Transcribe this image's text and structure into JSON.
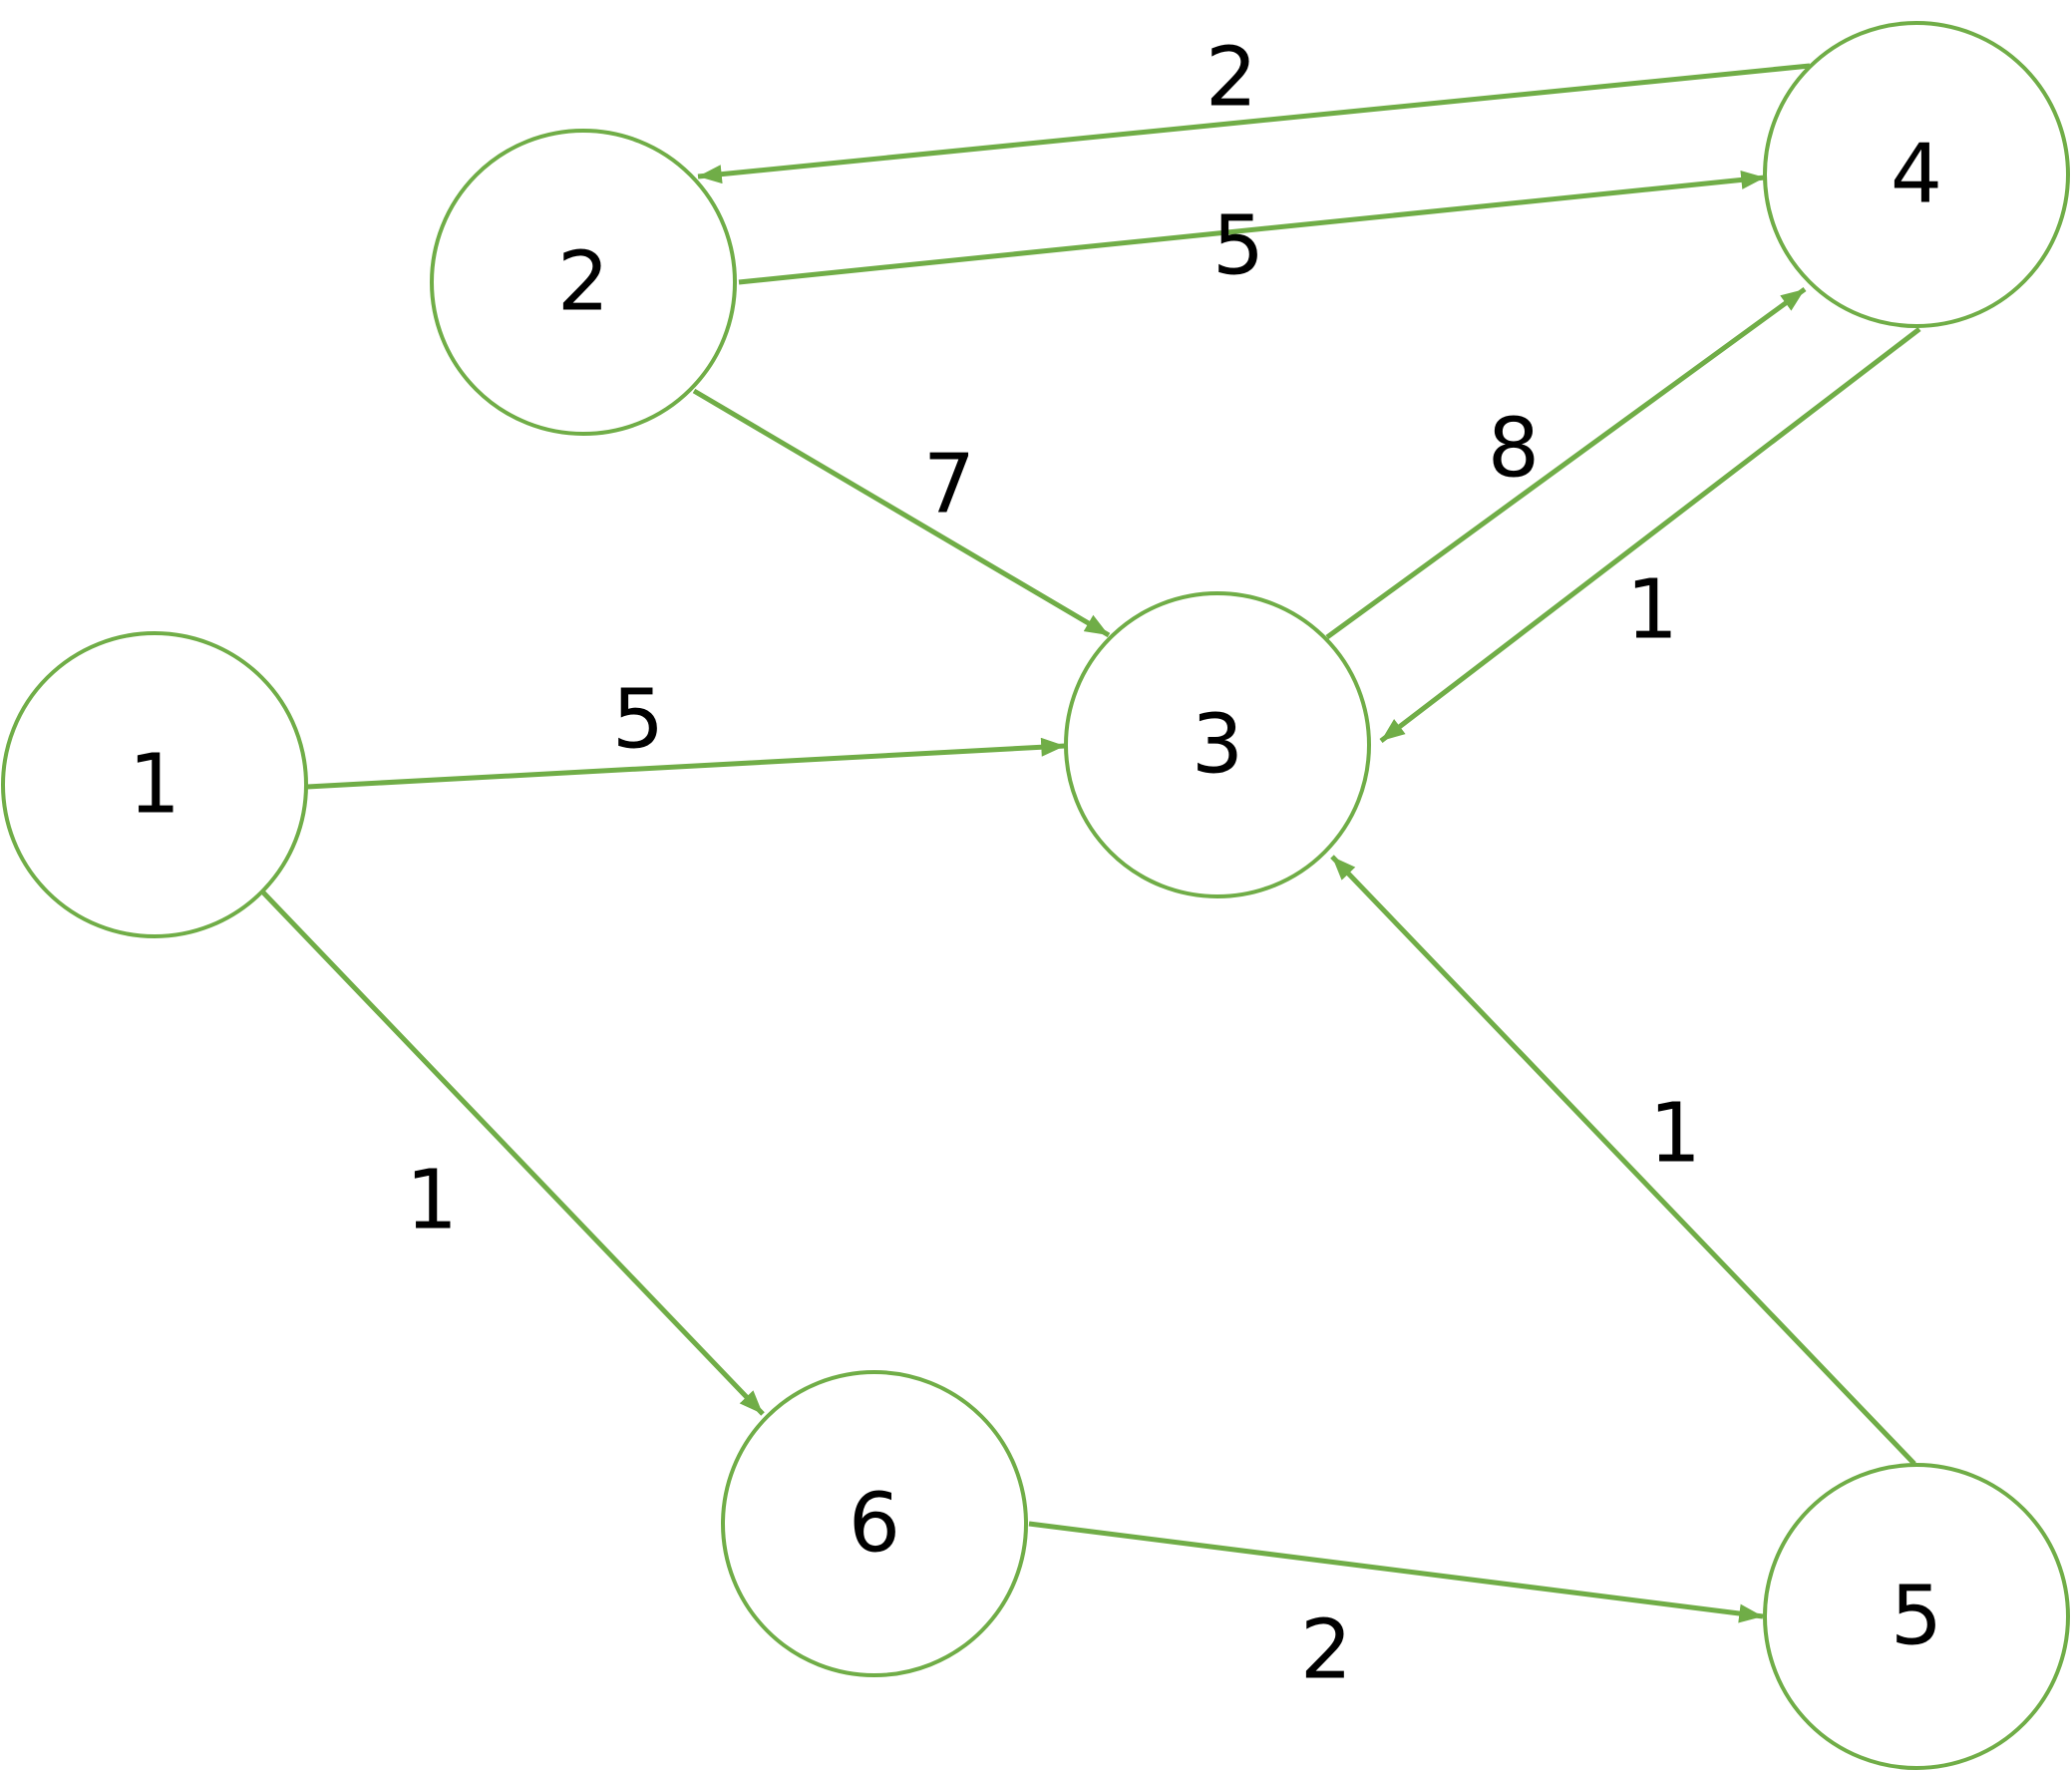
{
  "graph": {
    "nodes": [
      {
        "id": "1",
        "label": "1"
      },
      {
        "id": "2",
        "label": "2"
      },
      {
        "id": "3",
        "label": "3"
      },
      {
        "id": "4",
        "label": "4"
      },
      {
        "id": "5",
        "label": "5"
      },
      {
        "id": "6",
        "label": "6"
      }
    ],
    "edges": [
      {
        "from": "4",
        "to": "2",
        "weight": "2"
      },
      {
        "from": "2",
        "to": "4",
        "weight": "5"
      },
      {
        "from": "2",
        "to": "3",
        "weight": "7"
      },
      {
        "from": "3",
        "to": "4",
        "weight": "8"
      },
      {
        "from": "4",
        "to": "3",
        "weight": "1"
      },
      {
        "from": "1",
        "to": "3",
        "weight": "5"
      },
      {
        "from": "1",
        "to": "6",
        "weight": "1"
      },
      {
        "from": "5",
        "to": "3",
        "weight": "1"
      },
      {
        "from": "6",
        "to": "5",
        "weight": "2"
      }
    ],
    "colors": {
      "stroke": "#70ad47",
      "text": "#000000",
      "background": "#ffffff"
    }
  }
}
